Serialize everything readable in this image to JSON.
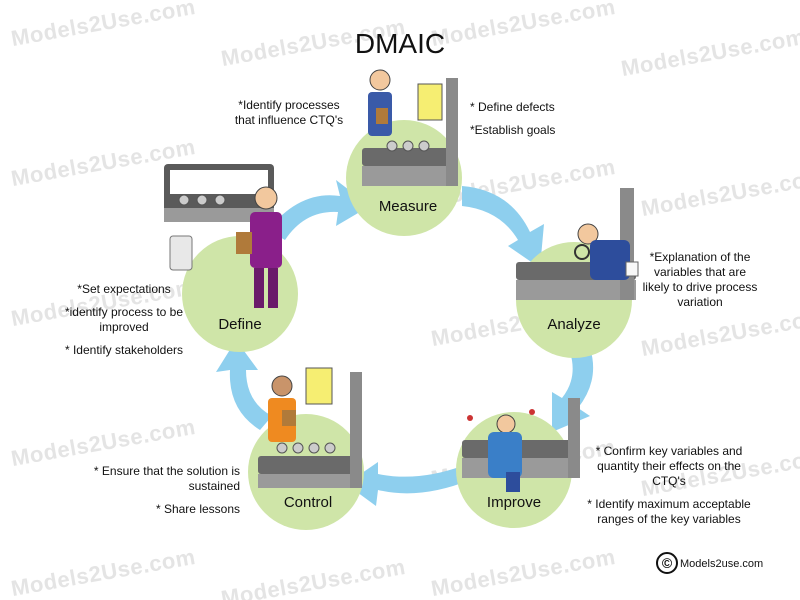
{
  "title": "DMAIC",
  "watermark": "Models2Use.com",
  "colors": {
    "circle": "#cfe5a8",
    "arrow": "#8ecfee",
    "text": "#111111"
  },
  "phases": [
    {
      "id": "measure",
      "label": "Measure",
      "notes": [
        "*Identify processes that influence CTQ's"
      ],
      "notes_right": [
        "* Define defects",
        "*Establish goals"
      ]
    },
    {
      "id": "analyze",
      "label": "Analyze",
      "notes": [
        "*Explanation of the variables that are likely to drive process variation"
      ]
    },
    {
      "id": "improve",
      "label": "Improve",
      "notes": [
        "* Confirm key variables and quantity their effects on the CTQ's",
        "* Identify maximum acceptable ranges of the key variables"
      ]
    },
    {
      "id": "control",
      "label": "Control",
      "notes": [
        "* Ensure that the solution is sustained",
        "* Share lessons"
      ]
    },
    {
      "id": "define",
      "label": "Define",
      "notes": [
        "*Set expectations",
        "*identify process to be improved",
        "* Identify stakeholders"
      ]
    }
  ],
  "copyright": "Models2use.com"
}
